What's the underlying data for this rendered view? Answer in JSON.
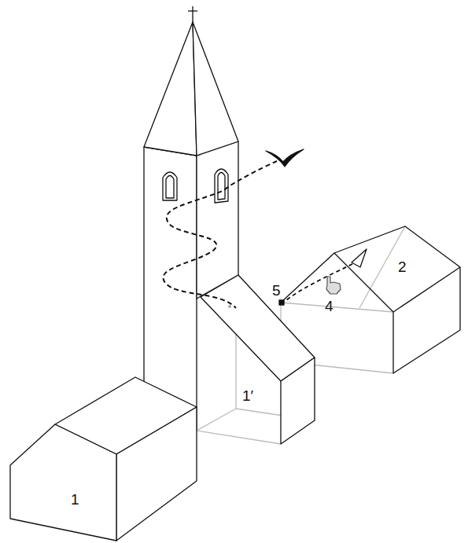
{
  "diagram": {
    "labels": [
      "1",
      "1′",
      "2",
      "4",
      "5"
    ]
  }
}
